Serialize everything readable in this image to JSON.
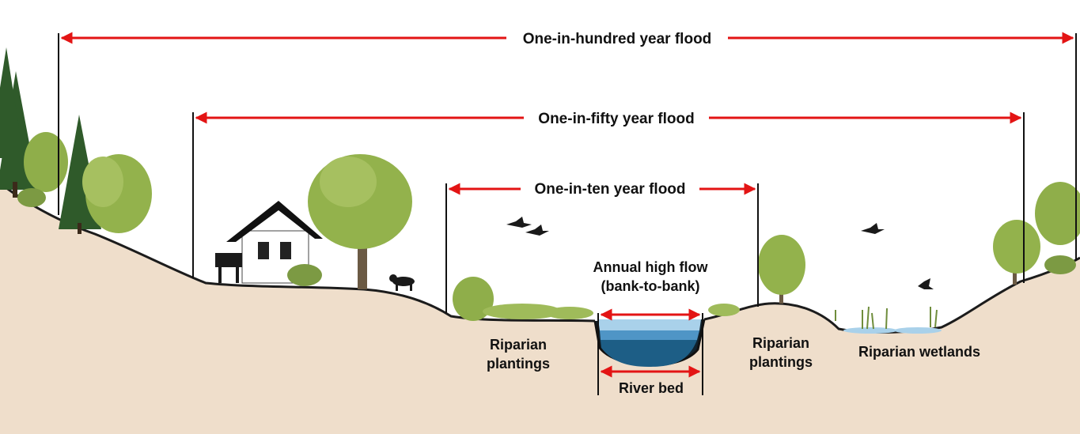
{
  "floods": {
    "hundred": "One-in-hundred year flood",
    "fifty": "One-in-fifty year flood",
    "ten": "One-in-ten year flood"
  },
  "annual_flow": {
    "line1": "Annual high flow",
    "line2": "(bank-to-bank)"
  },
  "river_bed": "River bed",
  "zones": {
    "riparian_left_1": "Riparian",
    "riparian_left_2": "plantings",
    "riparian_right_1": "Riparian",
    "riparian_right_2": "plantings",
    "wetlands": "Riparian wetlands"
  },
  "colors": {
    "arrow": "#e31414",
    "ground": "#efdecb",
    "water_deep": "#1d5e86",
    "water_mid": "#4f95c6",
    "water_light": "#a9d1ea",
    "foliage": "#8fae4a",
    "conifer": "#2f5a2a"
  }
}
